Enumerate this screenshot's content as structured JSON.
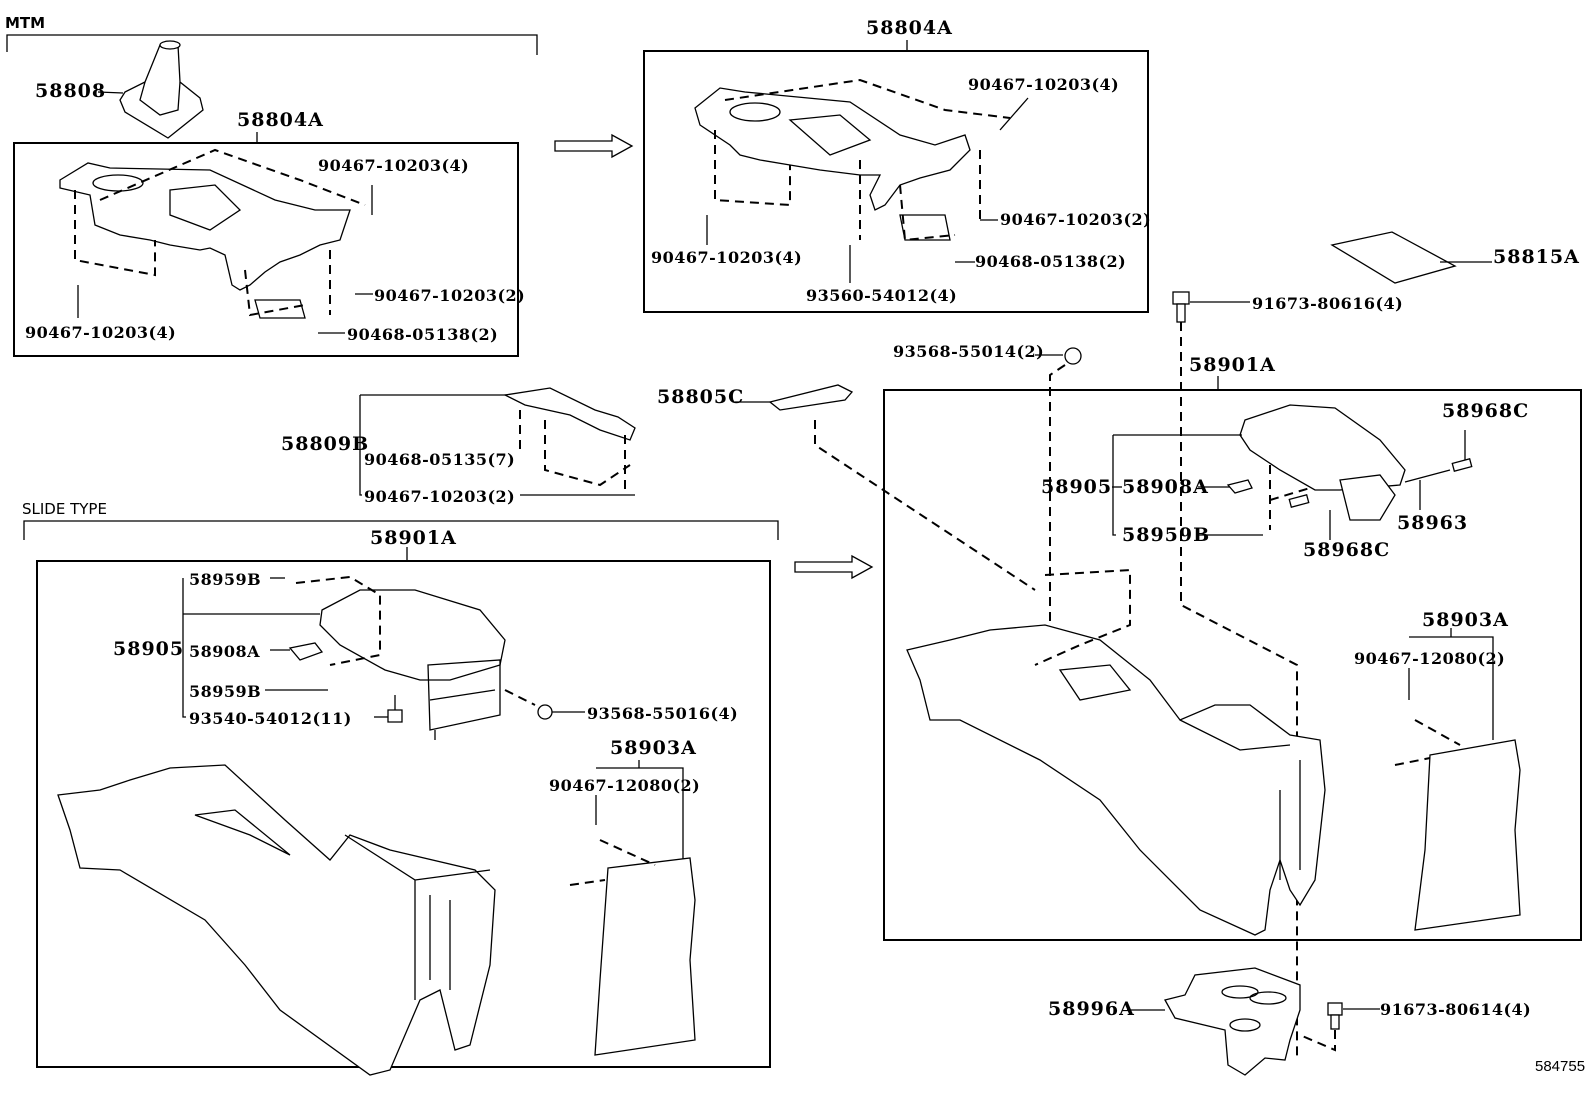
{
  "sections": {
    "mtm": "MTM",
    "slide_type": "SLIDE TYPE"
  },
  "diagram_id": "584755",
  "labels": {
    "mtm_shift_boot": "58808",
    "mtm_panel_title": "58804A",
    "mtm_clip_top": "90467-10203(4)",
    "mtm_clip_right": "90467-10203(2)",
    "mtm_clip_left": "90467-10203(4)",
    "mtm_clip_bottom": "90468-05138(2)",
    "at_panel_title": "58804A",
    "at_clip_top": "90467-10203(4)",
    "at_clip_right": "90467-10203(2)",
    "at_clip_left": "90467-10203(4)",
    "at_clip_bottom": "90468-05138(2)",
    "at_screw": "93560-54012(4)",
    "tray_mat": "58815A",
    "bolt_top": "91673-80616(4)",
    "screw_55014": "93568-55014(2)",
    "cover_58805c": "58805C",
    "bracket_58809b": "58809B",
    "bracket_clip1": "90468-05135(7)",
    "bracket_clip2": "90467-10203(2)",
    "slide_assy": "58901A",
    "slide_lid_assy": "58905",
    "slide_pad_top": "58959B",
    "slide_hinge": "58908A",
    "slide_pad_bottom": "58959B",
    "slide_screw_small": "93540-54012(11)",
    "slide_screw_large": "93568-55016(4)",
    "slide_rear_panel": "58903A",
    "slide_rear_clip": "90467-12080(2)",
    "std_assy": "58901A",
    "std_lid_assy": "58905",
    "std_hinge": "58908A",
    "std_pad": "58959B",
    "std_pin_top": "58968C",
    "std_pin_bottom": "58968C",
    "std_shaft": "58963",
    "std_rear_panel": "58903A",
    "std_rear_clip": "90467-12080(2)",
    "bracket_58996a": "58996A",
    "bolt_bottom": "91673-80614(4)"
  }
}
